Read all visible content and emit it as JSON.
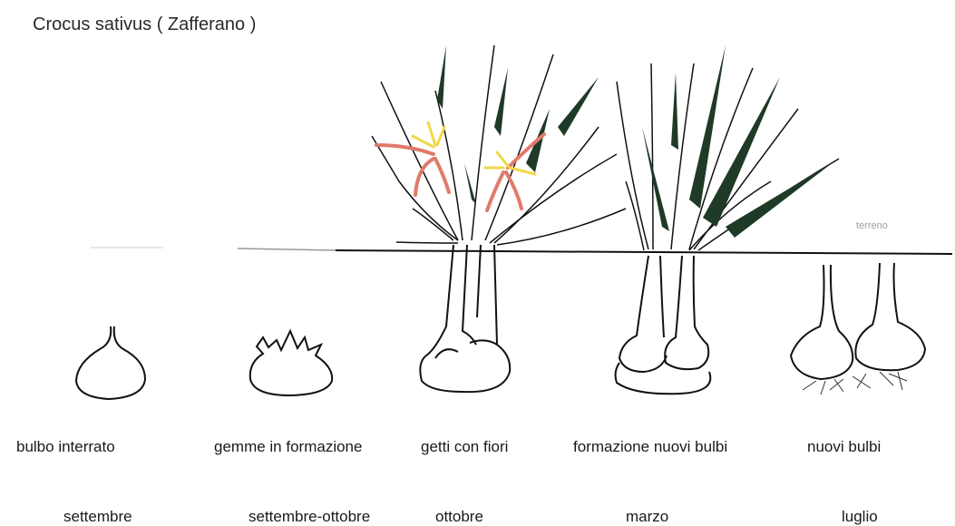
{
  "title": "Crocus sativus ( Zafferano )",
  "soil_label": "terreno",
  "stages": [
    {
      "label": "bulbo interrato",
      "month": "settembre"
    },
    {
      "label": "gemme in formazione",
      "month": "settembre-ottobre"
    },
    {
      "label": "getti con fiori",
      "month": "ottobre"
    },
    {
      "label": "formazione nuovi bulbi",
      "month": "marzo"
    },
    {
      "label": "nuovi bulbi",
      "month": "luglio"
    }
  ],
  "colors": {
    "line": "#111111",
    "leaf": "#1f3a27",
    "petal": "#e07a6a",
    "stamen": "#f0d84a",
    "soil_label": "#9aa0a8"
  }
}
